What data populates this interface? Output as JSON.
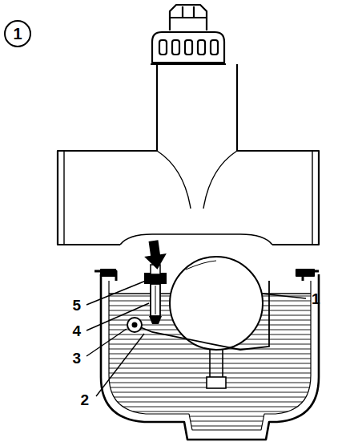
{
  "diagram": {
    "nodes": [
      {
        "text": [
          "1"
        ]
      }
    ],
    "labels": [
      "5",
      "1",
      "4",
      "3",
      "2"
    ]
  }
}
